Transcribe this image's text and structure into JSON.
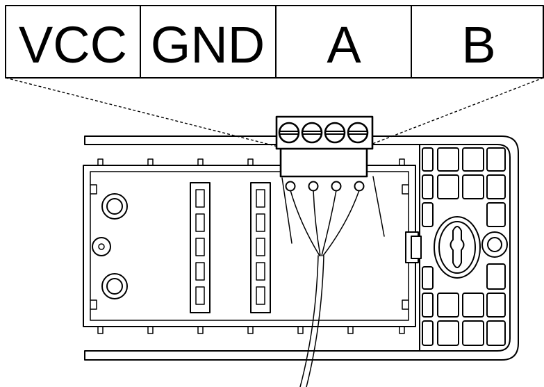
{
  "terminal_labels": [
    "VCC",
    "GND",
    "A",
    "B"
  ],
  "colors": {
    "line": "#000000",
    "background": "#ffffff"
  }
}
